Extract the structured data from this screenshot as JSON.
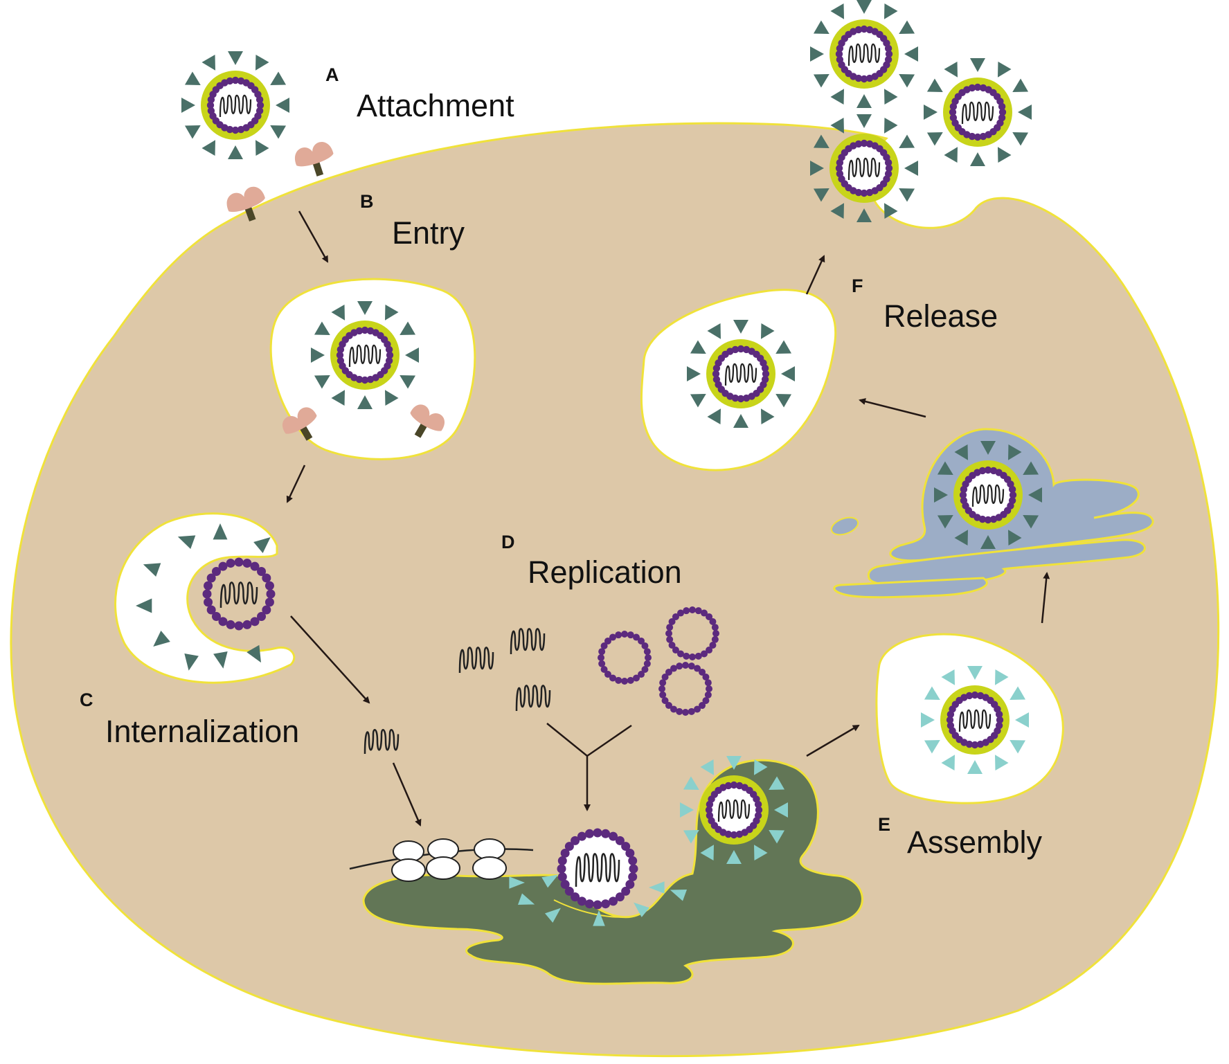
{
  "stages": [
    {
      "letter": "A",
      "name": "Attachment"
    },
    {
      "letter": "B",
      "name": "Entry"
    },
    {
      "letter": "C",
      "name": "Internalization"
    },
    {
      "letter": "D",
      "name": "Replication"
    },
    {
      "letter": "E",
      "name": "Assembly"
    },
    {
      "letter": "F",
      "name": "Release"
    }
  ],
  "colors": {
    "cytoplasm": "#ddc8a8",
    "membrane": "#f0e23a",
    "envelope": "#c8d41a",
    "capsid_bead": "#5c2a7e",
    "spike": "#4a7068",
    "spike_new": "#8ad0cc",
    "receptor": "#e0aa98",
    "receptor_stem": "#4a4628",
    "er": "#627656",
    "golgi": "#9cadc6",
    "vesicle": "#ffffff",
    "rna": "#222222",
    "arrow": "#231815"
  }
}
